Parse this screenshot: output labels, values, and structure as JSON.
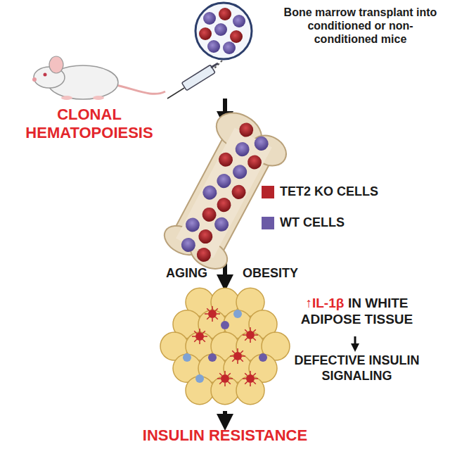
{
  "diagram": {
    "labels": [
      "Bone marrow transplant into conditioned or non-conditioned mice",
      "CLONAL HEMATOPOIESIS",
      "AGING",
      "OBESITY",
      "↑IL-1β",
      "IN WHITE ADIPOSE TISSUE",
      "DEFECTIVE INSULIN SIGNALING",
      "INSULIN RESISTANCE"
    ],
    "legend": [
      {
        "text": "TET2 KO CELLS",
        "color": "#b5242a"
      },
      {
        "text": "WT CELLS",
        "color": "#6b5aa6"
      }
    ]
  }
}
